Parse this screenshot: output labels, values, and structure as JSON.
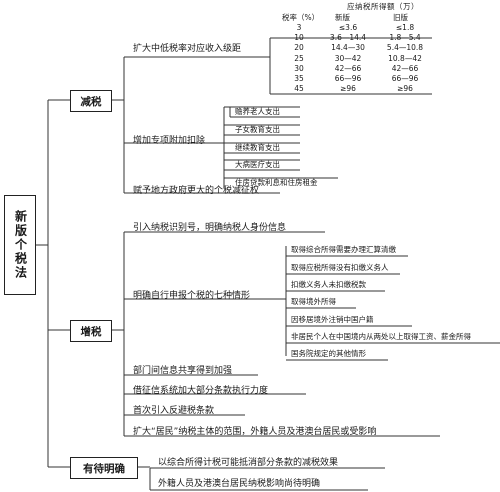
{
  "root": {
    "label": "新版个税法"
  },
  "sections": [
    {
      "label": "减税",
      "items": [
        "扩大中低税率对应收入级距",
        "增加专项附加扣除",
        "赋予地方政府更大的个税减征权"
      ],
      "deductions": [
        "赡养老人支出",
        "子女教育支出",
        "继续教育支出",
        "大病医疗支出",
        "住房贷款利息和住房租金"
      ]
    },
    {
      "label": "增税",
      "items": [
        "引入纳税识别号，明确纳税人身份信息",
        "明确自行申报个税的七种情形",
        "部门间信息共享得到加强",
        "借征信系统加大部分条款执行力度",
        "首次引入反避税条款",
        "扩大“居民”纳税主体的范围，外籍人员及港澳台居民或受影响"
      ],
      "self_filing_cases": [
        "取得综合所得需要办理汇算清缴",
        "取得应税所得没有扣缴义务人",
        "扣缴义务人未扣缴税款",
        "取得境外所得",
        "因移居境外注销中国户籍",
        "非居民个人在中国境内从两处以上取得工资、薪金所得",
        "国务院规定的其他情形"
      ]
    },
    {
      "label": "有待明确",
      "items": [
        "以综合所得计税可能抵消部分条款的减税效果",
        "外籍人员及港澳台居民纳税影响尚待明确"
      ]
    }
  ],
  "rate_table": {
    "title": "应纳税所得额（万）",
    "col_rate": "税率（%）",
    "col_new": "新版",
    "col_old": "旧版",
    "rows": [
      [
        "3",
        "≤3.6",
        "≤1.8"
      ],
      [
        "10",
        "3.6—14.4",
        "1.8—5.4"
      ],
      [
        "20",
        "14.4—30",
        "5.4—10.8"
      ],
      [
        "25",
        "30—42",
        "10.8—42"
      ],
      [
        "30",
        "42—66",
        "42—66"
      ],
      [
        "35",
        "66—96",
        "66—96"
      ],
      [
        "45",
        "≥96",
        "≥96"
      ]
    ]
  }
}
